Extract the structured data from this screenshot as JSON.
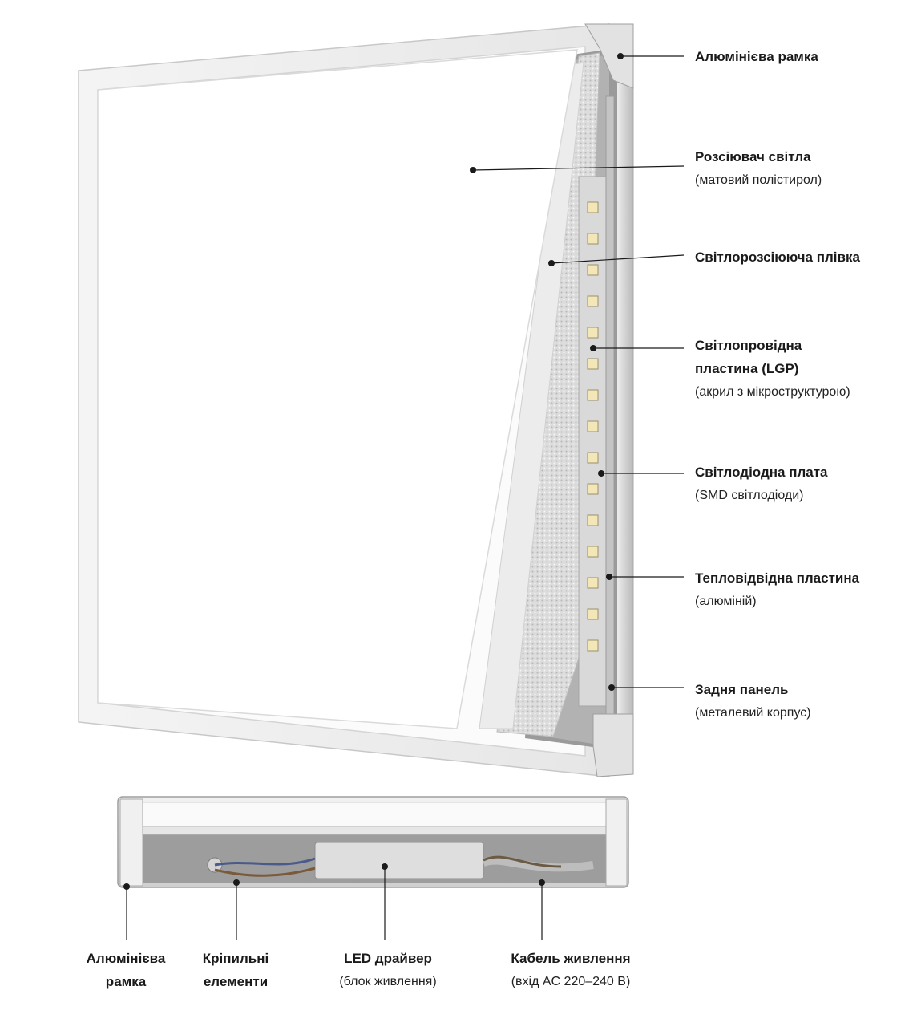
{
  "side_labels": [
    {
      "title": "Алюмінієва рамка"
    },
    {
      "title": "Розсіювач світла",
      "subtitle": "(матовий полістирол)"
    },
    {
      "title": "Світлорозсіююча плівка"
    },
    {
      "title_lines": [
        "Світлопровідна",
        "пластина (LGP)"
      ],
      "subtitle": "(акрил з мікроструктурою)"
    },
    {
      "title": "Світлодіодна плата",
      "subtitle": "(SMD світлодіоди)"
    },
    {
      "title": "Тепловідвідна пластина",
      "subtitle": "(алюміній)"
    },
    {
      "title": "Задня панель",
      "subtitle": "(металевий корпус)"
    }
  ],
  "bottom_labels": [
    {
      "title_lines": [
        "Алюмінієва",
        "рамка"
      ]
    },
    {
      "title_lines": [
        "Кріпильні",
        "елементи"
      ]
    },
    {
      "title": "LED драйвер",
      "subtitle": "(блок живлення)"
    },
    {
      "title": "Кабель живлення",
      "subtitle": "(вхід AC 220–240 В)"
    }
  ]
}
